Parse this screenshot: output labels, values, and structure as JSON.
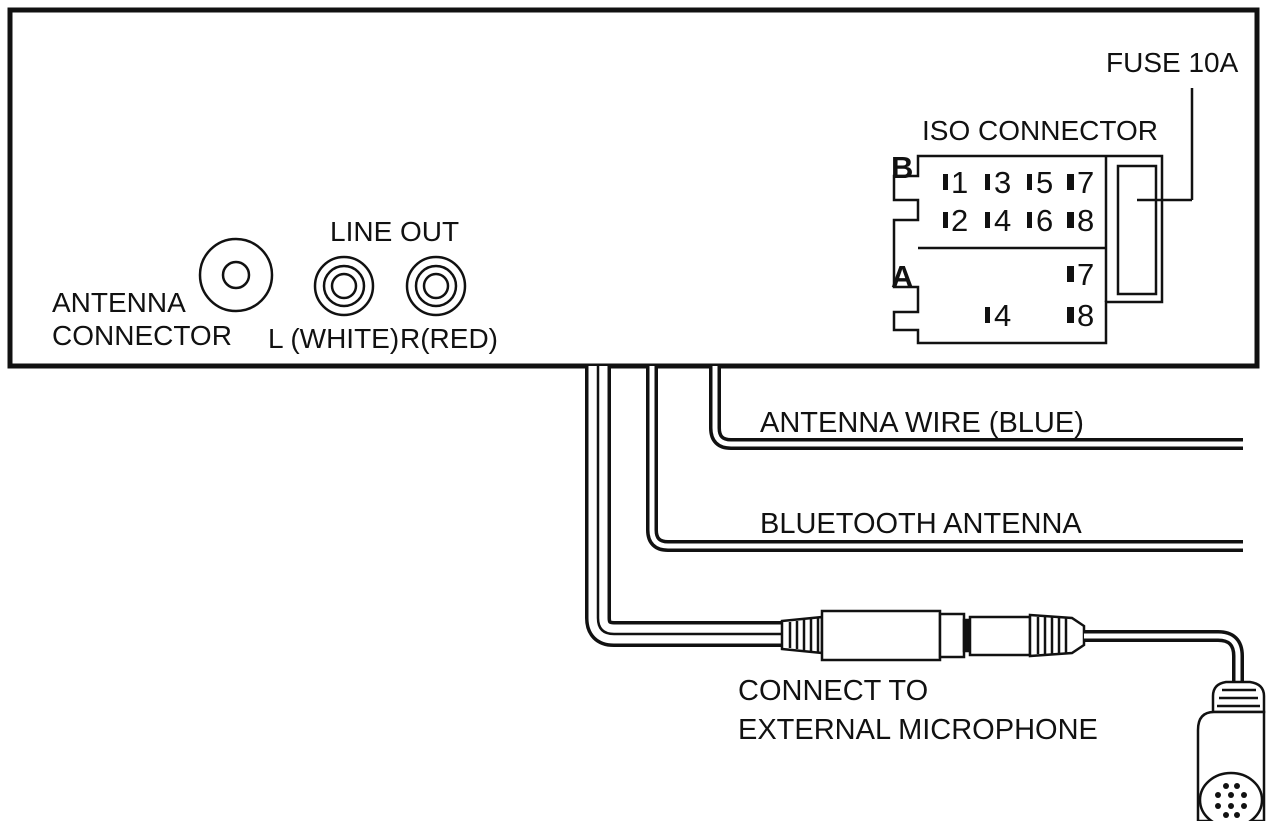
{
  "labels": {
    "fuse": "FUSE 10A",
    "iso_connector": "ISO CONNECTOR",
    "line_out": "LINE OUT",
    "antenna_connector_line1": "ANTENNA",
    "antenna_connector_line2": "CONNECTOR",
    "left_channel": "L (WHITE)",
    "right_channel": "R(RED)",
    "antenna_wire": "ANTENNA WIRE (BLUE)",
    "bluetooth_antenna": "BLUETOOTH ANTENNA",
    "microphone_line1": "CONNECT TO",
    "microphone_line2": "EXTERNAL MICROPHONE"
  },
  "iso_connector": {
    "block_b": {
      "label": "B",
      "row1": [
        "1",
        "3",
        "5",
        "7"
      ],
      "row2": [
        "2",
        "4",
        "6",
        "8"
      ]
    },
    "block_a": {
      "label": "A",
      "pins": [
        "7",
        "4",
        "8"
      ]
    }
  }
}
